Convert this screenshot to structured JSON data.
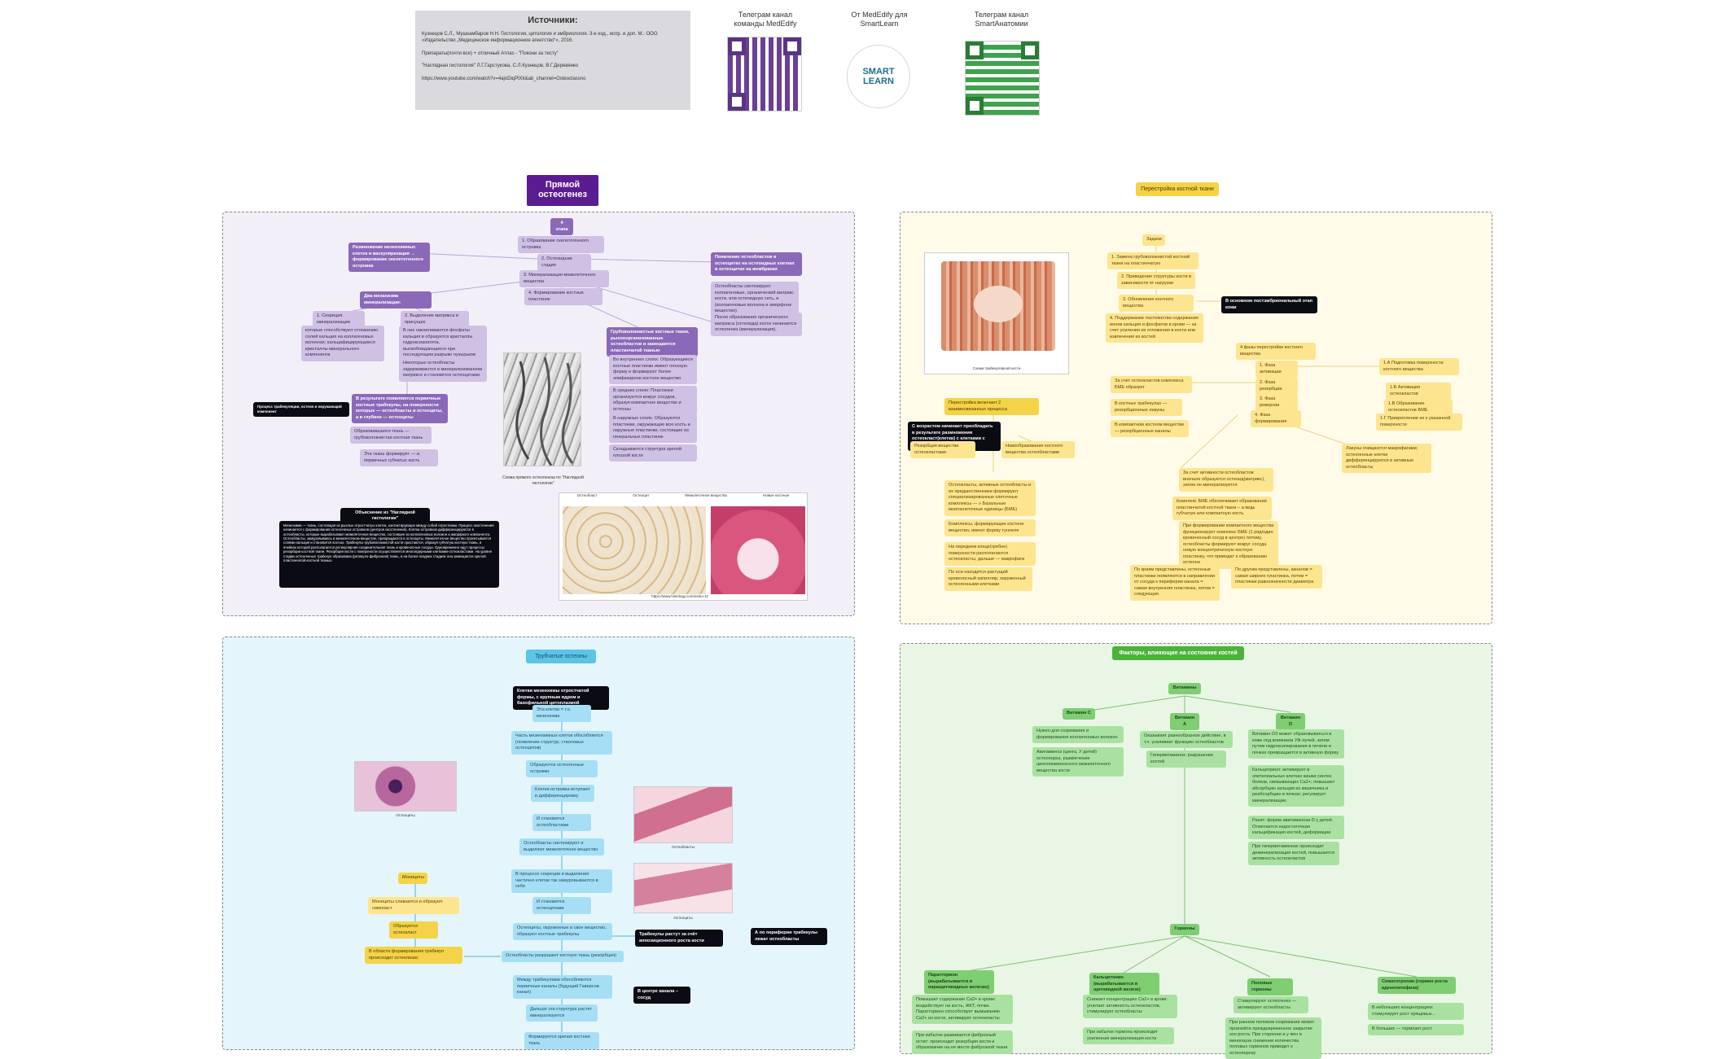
{
  "header": {
    "sources_title": "Источники:",
    "sources": [
      "Кузнецов С.Л., Мушкамбаров Н.Н. Гистология, цитология и эмбриология. 3-е изд., испр. и доп. М.: ООО «Издательство „Медицинское информационное агентство“», 2016.",
      "Препараты(почти все) + отличный Атлас - \"Покони за тесту\"",
      "\"Наглядная гистология\" Л.Г.Гарстукова, С.Л.Кузнецов, В.Г.Деревянко",
      "https://www.youtube.com/watch?v=4ajoDiqPlXk&ab_channel=Osteoclassno"
    ],
    "qr1_caption": "Телеграм канал команды MedEdify",
    "qr2_caption": "От MedEdify для SmartLearn",
    "qr3_caption": "Телеграм канал SmartАнатомии",
    "logo_text": "SMART LEARN"
  },
  "purple": {
    "title": "Прямой остеогенез",
    "stages_header": "4 этапа",
    "steps": [
      "1. Образование скелетогенного островка",
      "2. Остеоидная стадия",
      "3. Минерализация межклеточного вещества",
      "4. Формирование костных пластинок"
    ],
    "left_note": "Размножение мезенхимных клеток и васкуляризация → формирование скелетогенного островка",
    "right_note": "Появление остеобластов в остеоцитах на остеоидных клетках в остеоцитах на мембранах",
    "two_mech": "Два механизма минерализации:",
    "mech1": "1. Секреция минерализации",
    "mech2": "2. Выделение матрикса в присущих",
    "mech1_text": "которые способствуют отложению солей кальция на коллагеновых волокнах; кальцифицирующиеся кристаллы минерального компонента",
    "mech2_text": "В них накапливаются фосфаты кальция в образуется кристаллы гидроксиапатита, высвобождающиеся при последующем разрыве пузырьков",
    "mech_extra": "Некоторые остеобласты задерживаются в минерализованном матриксе и становятся остеоцитами",
    "osteocyte_text": "Остеобласты синтезируют коллагеновые, органический матрикс кости, или остеоидную сеть, и (коллагеновые волокна и аморфное вещество)",
    "osteo_after": "После образования органического матрикса (остеоида) кости начинается остеогенез (минерализация).",
    "result": "В результате появляются первичные костные трабекулы, на поверхности которых — остеобласты и остеоциты, а в глубине — остеоциты",
    "formed": "Образовавшаяся ткань — грубоволокнистая костная ткань",
    "replaced": "Эта ткань формирует — и. первичных губчатых кость",
    "trabec": "Грубоволокнистые костные ткани, рыхлоорганизованные остеобластов и замещаются пластинчатой тканью",
    "trabec_1": "Во внутренних слоях: Образующиеся костные пластинки имеют плоскую форму и формируют более эпифизарное костное вещество",
    "trabec_2": "В средних слоях: Пластинки организуются вокруг сосудов, образуя компактное вещество и остеоны",
    "trabec_3": "В наружных слоях: Образуются пластинки, окружающие всю кость и наружные пластинки, состоящие из генеральных пластинок",
    "trabec_4": "Складывается структура зрелой плоской кости",
    "black_left": "Процесс трабекуляции, остеон и окружающий компонент",
    "expl_title": "Объяснение из \"Наглядной гистологии\"",
    "expl_text": "Мезенхима — ткань, состоящая из рыхлых отростчатых клеток, контактирующих между собой отростками. Процесс окостенения начинается с формирования остеогенных островков (центров окостенения). Клетки островков дифференцируются в остеобласты, которые вырабатывают межклеточное вещество, состоящее из коллагеновых волокон и аморфного компонента. Остеобласты, замуровываясь в межклеточном веществе, превращаются в остеоциты. Межклеточное вещество пропитывается солями кальция и становится костью. Трабекулы грубоволокнистой кости срастаются, образуя губчатую костную ткань, в ячейках которой располагается ретикулярная соединительная ткань и кровеносные сосуды. Одновременно идут процессы резорбции костной ткани. Резорбция кости с поверхности осуществляется многоядерными клетками-остеокластами. На уровне стадии остеогенных трабекул образована (ретикуло-фиброзная) ткань, а на более поздних стадиях она замещается зрелой пластинчатой костной тканью.",
    "image1_caption": "Схема прямого остеогенеза по \"Наглядной гистологии\"",
    "image2_caption": "https://www.histology.com/osteo-11",
    "labels_top": [
      "Остеобласт",
      "Остеоцит",
      "Межклеточное вещество",
      "Новые костные"
    ]
  },
  "yellow": {
    "title": "Перестройка костной ткани",
    "tasks_header": "Задачи",
    "tasks": [
      "1. Замена грубоволокнистой костной ткани на пластинчатую",
      "2. Приведение структуры кости в зависимости от нагрузки",
      "3. Обновление костного вещества",
      "4. Поддержание постоянства содержания ионов кальция и фосфатов в крови — за счет усиления их отложения в кости или извлечения из костей"
    ],
    "bmu": "В основном постэмбриональный этап кожи",
    "bmu_phase_header": "4 фазы перестройки костного вещества",
    "phases": [
      "1. Фаза активации",
      "2. Фаза резорбции",
      "3. Фаза реверсии",
      "4. Фаза формирования"
    ],
    "phase1_a": "1.А Подготовка поверхности костного вещества",
    "phase1_b": "1.Б Активация остеокластов",
    "phase1_c": "1.В Образование остеокластов БМЕ",
    "phase1_d": "1.Г Прикрепление их к указанной поверхности",
    "bmu_account": "За счет остеокластов комплекса БМЕ образует",
    "bmu_tunnels": "В костных трабекулах — резорбционные лакуны",
    "bmu_compact": "В компактном костном веществе — резорбционные каналы",
    "reverse": "Лакуны очищаются макрофагами; остеогенные клетки дифференцируются в активные остеобласты",
    "form_1": "За счет активности остеобластов вначале образуется остеоид(матрикс), затем он минерализуется",
    "form_2": "Комплекс БМЕ обеспечивает образования пластинчатой костной ткани – а ведь губчатую или компактную кость",
    "form_3": "При формировании компактного вещества функционирует комплекс БМЕ (1 ряд/один кровеносный сосуд в центре) потому, остеобласты формируют вокруг сосуда новую концентрическую костную пластинку, что приводит к образованию остеона",
    "form_4": "По краям представлены, остеонные пластинки появляются в направлении от сосуда к периферии канала = самая внутренняя пластинка, потом = следующая",
    "form_5": "По другим представлены, каналов = самая ширнее пластинка, потом = пластинки равнозначности диаметра",
    "rebuild_two": "Перестройка включает 2 взаимосвязанных процесса",
    "age_note": "С возрастом начинает преобладать в результате размножения остеокласт(клетки) с клетками с большей скоростью",
    "resorb": "Резорбция вещества остеокластами",
    "new_form": "Новообразование костного вещества остеобластами",
    "osteocl_chain": "Остеокласты, активные остеобласты и их предшественники формируют специализированные клеточные комплексы — » Базальные многоклеточные единицы (БМЕ)",
    "complex_note": "Комплексы, формирующие костное вещество, имеют форму туннеля",
    "front_note": "На переднем конце(гребне) поверхности располагаются остеокласты, дальше — макрофаги",
    "rear_note": "По оси находится растущий кровеносный капилляр, окруженный остеогенными клетками",
    "image_caption": "Схема трабекулярной кости"
  },
  "blue": {
    "title": "Трубчатые остеоны",
    "top_black": "Клетки мезенхимы отростчатой формы, с крупным ядром и базофильной цитоплазмой",
    "flow": [
      "Эти клетки = т.е. мезенхима",
      "Часть мезенхимных клеток обособляется (появление структур, стволовых остеоцитов)",
      "Образуются остеогенные островки",
      "Клетки островка вступают в дифференцировку",
      "И становятся остеобластами",
      "Остеобласты синтезируют и выделяют межклеточное вещество",
      "В процессе секреции и выделения частично клетки так замуровываются в себе",
      "И становятся остеоцитами",
      "Остеоциты, окруженные в свое вещество, образуют костные трабекулы",
      "Остеобласты разрушают костную ткань (резорбция)",
      "Между трабекулами обособляются первичные каналы (будущий Гаверсов канал)",
      "Дальше эта структура растет минерализуется",
      "Формируется зрелая костная ткань"
    ],
    "side_black_1": "Трабекулы растут за счёт аппозиционного роста кости",
    "side_black_2": "А по периферии трабекулы лежат остеобласты",
    "side_black_3": "В центре канала – сосуд",
    "ycol": [
      "Моноциты",
      "Моноциты сливаются и образуют симпласт",
      "Образуется остеокласт",
      "В области формирования трабекул происходит остеолизис"
    ],
    "img1_caption": "Остеоциты",
    "img2_caption": "Остеобласты",
    "img3_caption": "Остеоциты"
  },
  "green": {
    "title": "Факторы, влияющие на состояние костей",
    "vitamins": "Витамины",
    "vit": [
      "Витамин С",
      "Витамин А",
      "Витамин D"
    ],
    "vit_c": [
      "Нужен для созревания и формирования коллагеновых волокон",
      "Авитаминоз (цинга, У детей) остеопороз, размягчение цинголизмоносного межклеточного вещества кости"
    ],
    "vit_a": [
      "Оказывает разнообразное действие, в т.ч. усиливает функцию остеобластов",
      "Гипервитаминоз: разрушение костей"
    ],
    "vit_d": [
      "Витамин D3 может образовываться в коже под влиянием УФ-лучей, затем путем гидроксилирования в печени и почках превращается в активную форму",
      "Кальцитриол: активирует в эпителиальных клетках кишки синтез белков, связывающих Ca2+; повышает абсорбцию кальция из кишечника и реабсорбцию в почках; регулирует минерализацию",
      "Рахит: форма авитаминоза D у детей. Отмечается недостаточная кальцификация костей, деформации",
      "При гипервитаминозе происходит деминерализация костей, повышается активность остеокластов"
    ],
    "hormones": "Гормоны",
    "horm": [
      "Паратгормон (вырабатывается в паращитовидных железах)",
      "Кальцитонин (вырабатывается в щитовидной железе)",
      "Половые гормоны",
      "Соматотропин (гормон роста аденогипофиза)"
    ],
    "horm_text": [
      [
        "Повышает содержание Ca2+ в крови: воздействует на кость, ЖКТ, почки. Паратгормон способствует вымыванию Ca2+ из кости, активирует остеокласты",
        "При избытке развивается фиброзный остит: происходит резорбция кости и образование на ее месте фиброзной ткани"
      ],
      [
        "Снижает концентрацию Ca2+ в крови: угнетает активность остеокластов, стимулирует остеобласты",
        "При избытке гормона происходит усиленная минерализация кости"
      ],
      [
        "Стимулируют остеогенез — активируют остеобласты",
        "При раннем половом созревании может произойти преждевременное закрытие зон роста. При старении и у жен в менопаузе снижение количества половых гормонов приводит к остеопорозу"
      ],
      [
        "В небольших концентрациях стимулирует рост хрящевых...",
        "В больших — тормозит рост"
      ]
    ]
  }
}
